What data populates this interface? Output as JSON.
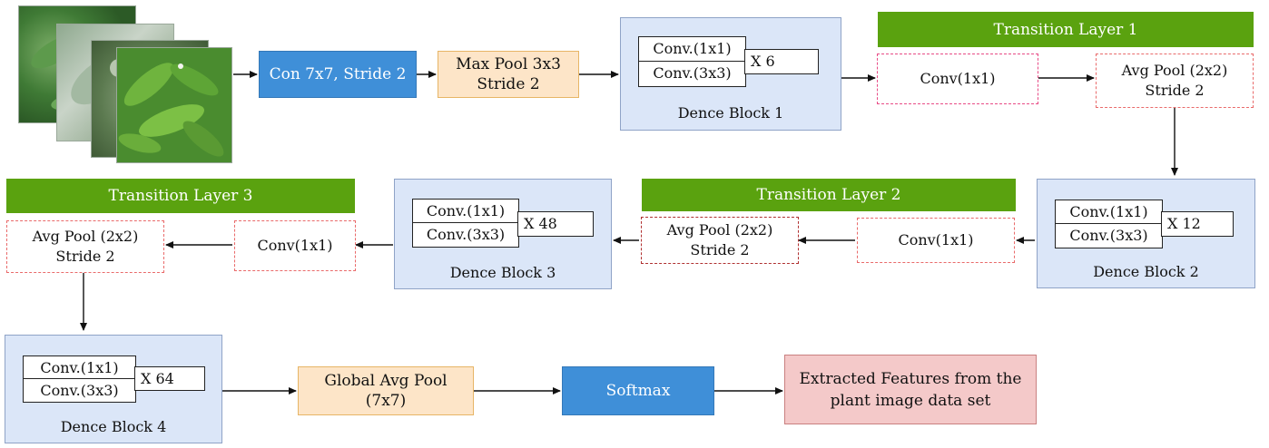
{
  "stem": {
    "conv": "Con 7x7, Stride 2",
    "maxpool_line1": "Max Pool 3x3",
    "maxpool_line2": "Stride 2"
  },
  "dense_blocks": [
    {
      "conv1": "Conv.(1x1)",
      "conv3": "Conv.(3x3)",
      "repeat": "X 6",
      "label": "Dence Block 1"
    },
    {
      "conv1": "Conv.(1x1)",
      "conv3": "Conv.(3x3)",
      "repeat": "X 12",
      "label": "Dence Block 2"
    },
    {
      "conv1": "Conv.(1x1)",
      "conv3": "Conv.(3x3)",
      "repeat": "X 48",
      "label": "Dence Block 3"
    },
    {
      "conv1": "Conv.(1x1)",
      "conv3": "Conv.(3x3)",
      "repeat": "X 64",
      "label": "Dence Block 4"
    }
  ],
  "transitions": [
    {
      "title": "Transition Layer 1",
      "conv": "Conv(1x1)",
      "pool_line1": "Avg Pool (2x2)",
      "pool_line2": "Stride 2"
    },
    {
      "title": "Transition Layer 2",
      "conv": "Conv(1x1)",
      "pool_line1": "Avg Pool (2x2)",
      "pool_line2": "Stride 2"
    },
    {
      "title": "Transition Layer 3",
      "conv": "Conv(1x1)",
      "pool_line1": "Avg Pool (2x2)",
      "pool_line2": "Stride 2"
    }
  ],
  "head": {
    "gap_line1": "Global Avg Pool",
    "gap_line2": "(7x7)",
    "softmax": "Softmax",
    "output_line1": "Extracted Features from the",
    "output_line2": "plant image data set"
  },
  "colors": {
    "blue_box": "#3f8fd8",
    "peach_box": "#fde5c8",
    "dense_block": "#dbe6f8",
    "transition_header": "#5aa20f",
    "output_box": "#f4c9c9"
  },
  "images": {
    "input_stack": "plant-leaf-photos"
  }
}
